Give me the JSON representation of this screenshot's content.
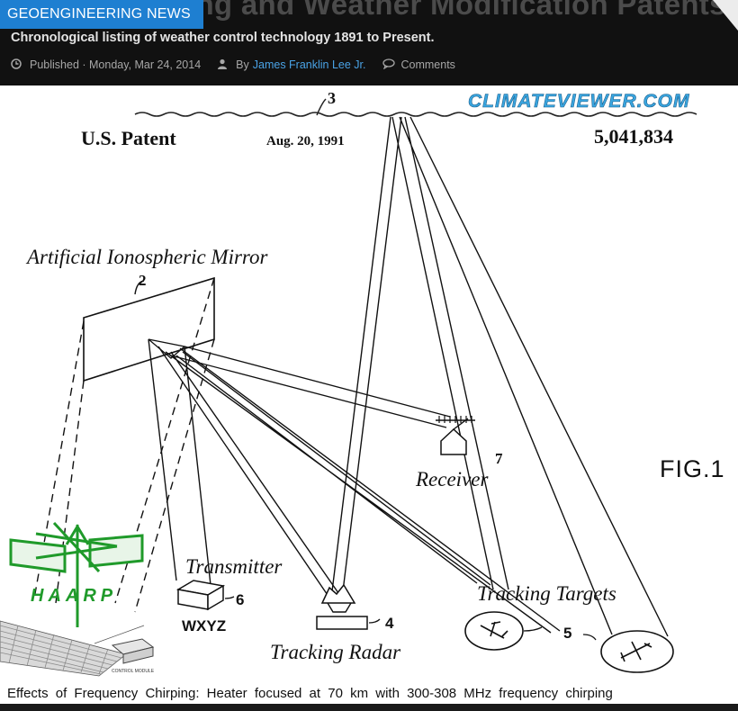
{
  "article": {
    "category": "GEOENGINEERING NEWS",
    "title_visible": "ing and Weather Modification Patents",
    "subtitle": "Chronological listing of weather control technology 1891 to Present.",
    "published_label": "Published · Monday, Mar 24, 2014",
    "by_label": "By",
    "author": "James Franklin Lee Jr.",
    "comments_label": "Comments"
  },
  "figure": {
    "watermark": "CLIMATEVIEWER.COM",
    "patent_label": "U.S. Patent",
    "patent_date": "Aug. 20, 1991",
    "patent_number": "5,041,834",
    "ref_3": "3",
    "mirror_label": "Artificial Ionospheric Mirror",
    "ref_2": "2",
    "receiver_label": "Receiver",
    "ref_7": "7",
    "fig_label": "FIG.1",
    "transmitter_label": "Transmitter",
    "ref_6": "6",
    "station_label": "WXYZ",
    "haarp_label": "HAARP",
    "control_module_label": "CONTROL MODULE",
    "tracking_radar_label": "Tracking Radar",
    "ref_4": "4",
    "tracking_targets_label": "Tracking Targets",
    "ref_5": "5",
    "caption": "Effects of Frequency Chirping: Heater focused at 70 km with 300-308 MHz frequency chirping",
    "colors": {
      "watermark": "#3aa6e0",
      "haarp": "#1f9a2a"
    }
  }
}
